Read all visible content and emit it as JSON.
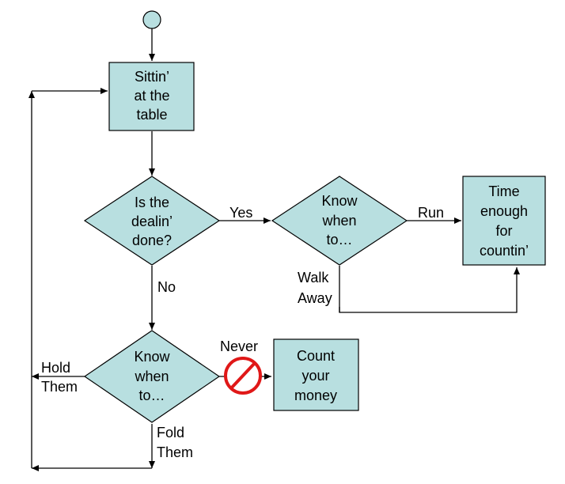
{
  "colors": {
    "fill": "#b8dfe0",
    "stroke": "#000000",
    "never_sign": "#e01818"
  },
  "nodes": {
    "sittin": [
      "Sittin’",
      "at the",
      "table"
    ],
    "dealin": [
      "Is the",
      "dealin’",
      "done?"
    ],
    "know_top": [
      "Know",
      "when",
      "to…"
    ],
    "time": [
      "Time",
      "enough",
      "for",
      "countin’"
    ],
    "know_bottom": [
      "Know",
      "when",
      "to…"
    ],
    "count": [
      "Count",
      "your",
      "money"
    ]
  },
  "labels": {
    "yes": "Yes",
    "no": "No",
    "run": "Run",
    "walk_away": [
      "Walk",
      "Away"
    ],
    "never": "Never",
    "hold_them": [
      "Hold",
      "Them"
    ],
    "fold_them": [
      "Fold",
      "Them"
    ]
  },
  "icons": {
    "start": "start-circle",
    "never": "prohibition-sign-icon"
  }
}
